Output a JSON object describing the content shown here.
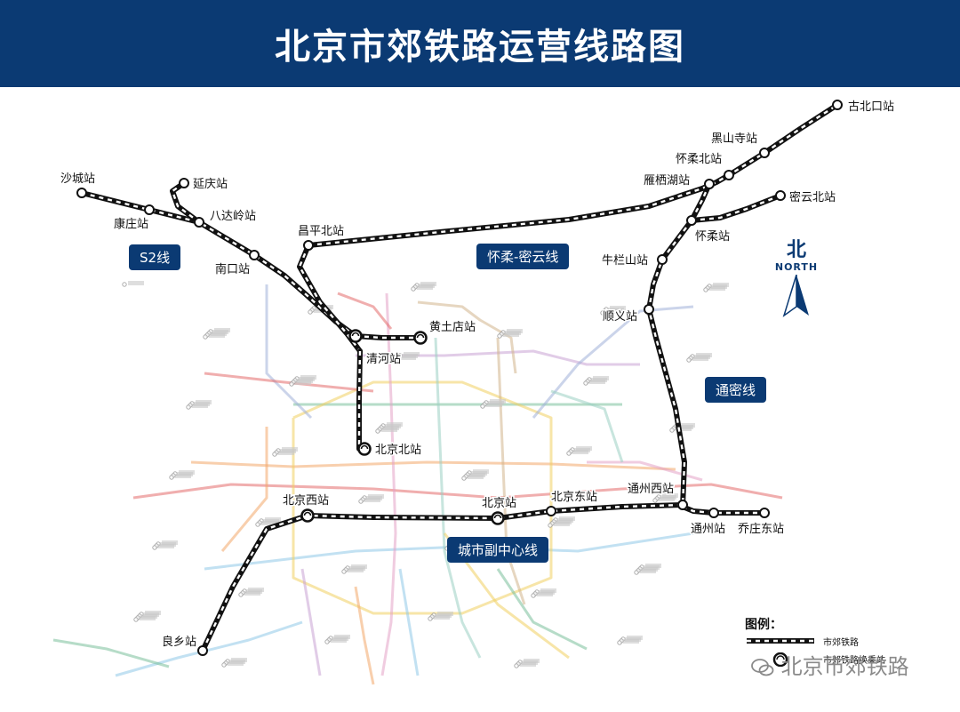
{
  "header": {
    "title": "北京市郊铁路运营线路图"
  },
  "colors": {
    "header_bg": "#0b3a73",
    "suburban_rail": "#111111",
    "metro_palette": [
      "#e36b6b",
      "#f2a86a",
      "#8fc8e8",
      "#7ac09b",
      "#c9a3d4",
      "#f0d060",
      "#a0b0d8",
      "#e3a2c6",
      "#9ad0c2",
      "#d2b48c"
    ]
  },
  "lines": {
    "s2": "S2线",
    "huairou_miyun": "怀柔-密云线",
    "tongmi": "通密线",
    "sub_center": "城市副中心线"
  },
  "stations": {
    "shacheng": "沙城站",
    "yanqing": "延庆站",
    "kangzhuang": "康庄站",
    "badaling": "八达岭站",
    "nankou": "南口站",
    "changping_bei": "昌平北站",
    "huangtudian": "黄土店站",
    "qinghe": "清河站",
    "beijing_bei": "北京北站",
    "beijing_xi": "北京西站",
    "beijing": "北京站",
    "beijing_dong": "北京东站",
    "tongzhou_xi": "通州西站",
    "tongzhou": "通州站",
    "qiaozhuang_dong": "乔庄东站",
    "liangxiang": "良乡站",
    "gubeikou": "古北口站",
    "heishansi": "黑山寺站",
    "huairou_bei": "怀柔北站",
    "yanqihu": "雁栖湖站",
    "miyun_bei": "密云北站",
    "huairou": "怀柔站",
    "niulanshan": "牛栏山站",
    "shunyi": "顺义站"
  },
  "compass": {
    "char": "北",
    "word": "NORTH"
  },
  "legend": {
    "title": "图例：",
    "suburban_rail": "市郊铁路",
    "interchange": "市郊铁路换乘站"
  },
  "watermark": {
    "text": "北京市郊铁路"
  }
}
